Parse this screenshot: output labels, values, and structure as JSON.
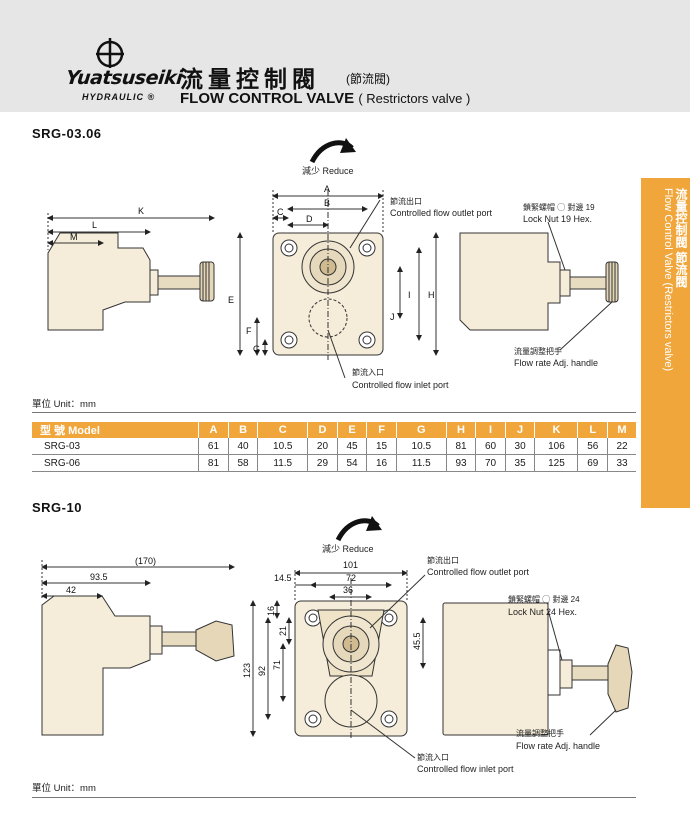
{
  "header": {
    "brand_name": "Yuatsuseiki",
    "brand_sub": "HYDRAULIC ®",
    "title_cn": "流量控制閥",
    "title_cn_sub": "(節流閥)",
    "title_en": "FLOW CONTROL VALVE",
    "title_en_sub": "( Restrictors valve )"
  },
  "side_tab": {
    "cn": "流量控制閥 節流閥",
    "en": "Flow Control Valve (Restrictors valve)"
  },
  "srg0306": {
    "section_title": "SRG-03.06",
    "reduce_label": "減少  Reduce",
    "outlet_cn": "節流出口",
    "outlet_en": "Controlled flow outlet port",
    "inlet_cn": "節流入口",
    "inlet_en": "Controlled flow inlet port",
    "locknut_cn": "鎖緊螺帽 ◯ 對邊 19",
    "locknut_en": "Lock Nut 19 Hex.",
    "handle_cn": "流量調整把手",
    "handle_en": "Flow rate Adj. handle",
    "unit": "單位 Unit：mm",
    "dims": {
      "A": "A",
      "B": "B",
      "C": "C",
      "D": "D",
      "E": "E",
      "F": "F",
      "G": "G",
      "H": "H",
      "I": "I",
      "J": "J",
      "K": "K",
      "L": "L",
      "M": "M"
    }
  },
  "spec_table": {
    "headers": [
      "型 號 Model",
      "A",
      "B",
      "C",
      "D",
      "E",
      "F",
      "G",
      "H",
      "I",
      "J",
      "K",
      "L",
      "M"
    ],
    "rows": [
      [
        "SRG-03",
        "61",
        "40",
        "10.5",
        "20",
        "45",
        "15",
        "10.5",
        "81",
        "60",
        "30",
        "106",
        "56",
        "22"
      ],
      [
        "SRG-06",
        "81",
        "58",
        "11.5",
        "29",
        "54",
        "16",
        "11.5",
        "93",
        "70",
        "35",
        "125",
        "69",
        "33"
      ]
    ]
  },
  "srg10": {
    "section_title": "SRG-10",
    "reduce_label": "減少  Reduce",
    "outlet_cn": "節流出口",
    "outlet_en": "Controlled flow outlet port",
    "inlet_cn": "節流入口",
    "inlet_en": "Controlled flow inlet port",
    "locknut_cn": "鎖緊螺帽 ◯ 對邊 24",
    "locknut_en": "Lock Nut 24 Hex.",
    "handle_cn": "流量調整把手",
    "handle_en": "Flow rate Adj. handle",
    "unit": "單位 Unit：mm",
    "dims": {
      "d170": "(170)",
      "d93_5": "93.5",
      "d42": "42",
      "d101": "101",
      "d14_5": "14.5",
      "d72": "72",
      "d36": "36",
      "d16": "16",
      "d21": "21",
      "d71": "71",
      "d92": "92",
      "d123": "123",
      "d45_5": "45.5"
    }
  },
  "colors": {
    "accent": "#f0a63b",
    "body": "#f5ecd9",
    "line": "#333333"
  }
}
